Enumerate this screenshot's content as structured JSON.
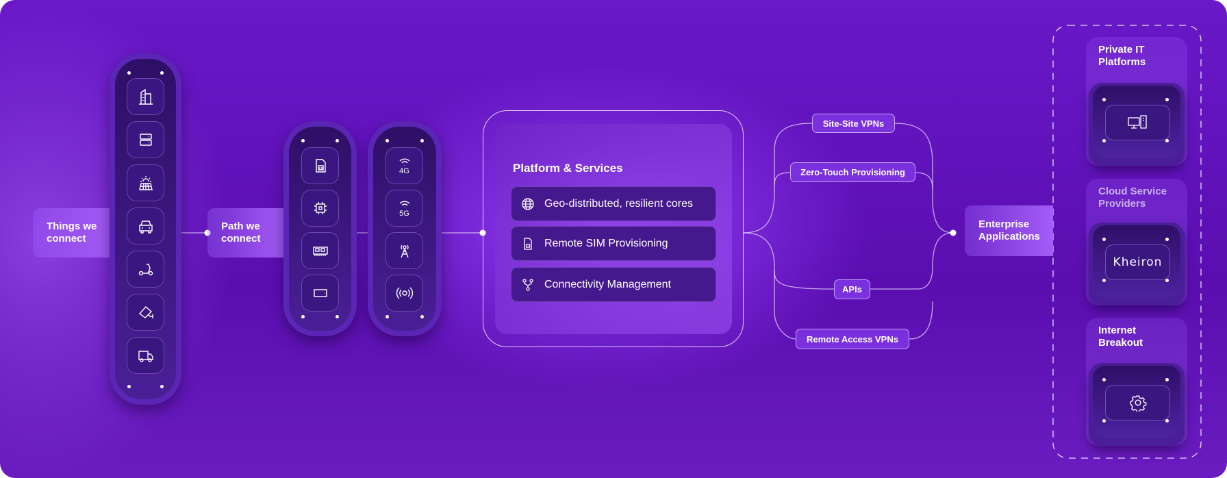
{
  "things": {
    "label": "Things we connect",
    "icons": [
      "building-icon",
      "server-icon",
      "solar-panel-icon",
      "car-icon",
      "scooter-icon",
      "cctv-camera-icon",
      "truck-icon"
    ]
  },
  "path": {
    "label": "Path we connect",
    "modules": [
      "sim-card-icon",
      "chip-icon",
      "memory-module-icon",
      "device-icon"
    ],
    "networks": [
      {
        "icon": "wifi-icon",
        "text": "4G"
      },
      {
        "icon": "wifi-icon",
        "text": "5G"
      },
      {
        "icon": "cell-tower-icon",
        "text": ""
      },
      {
        "icon": "broadcast-icon",
        "text": ""
      }
    ]
  },
  "platform": {
    "title": "Platform & Services",
    "items": [
      {
        "icon": "globe-icon",
        "label": "Geo-distributed, resilient cores"
      },
      {
        "icon": "sim-card-icon",
        "label": "Remote SIM Provisioning"
      },
      {
        "icon": "network-branch-icon",
        "label": "Connectivity Management"
      }
    ]
  },
  "links": [
    "Site-Site VPNs",
    "Zero-Touch Provisioning",
    "APIs",
    "Remote Access VPNs"
  ],
  "enterprise": {
    "label": "Enterprise Applications"
  },
  "destinations": [
    {
      "label": "Private IT Platforms",
      "icon": "computer-server-icon"
    },
    {
      "label": "Cloud Service Providers",
      "logo": "Kheiron"
    },
    {
      "label": "Internet Breakout",
      "icon": "gear-icon"
    }
  ]
}
